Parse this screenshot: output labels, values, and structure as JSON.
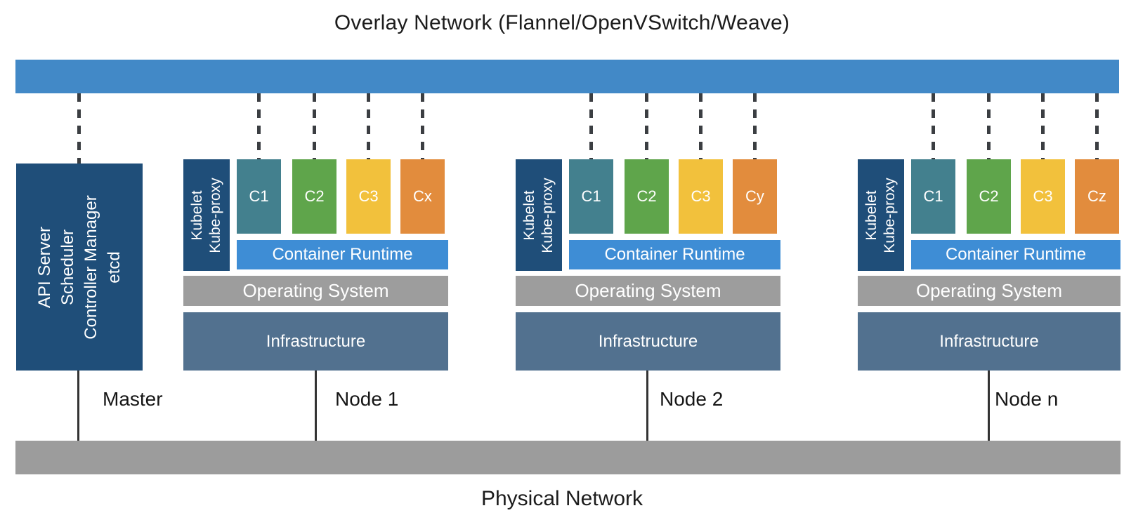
{
  "title": "Overlay Network (Flannel/OpenVSwitch/Weave)",
  "physical_network_label": "Physical Network",
  "master": {
    "label": "Master",
    "components": [
      "API Server",
      "Scheduler",
      "Controller Manager",
      "etcd"
    ]
  },
  "nodes": [
    {
      "label": "Node 1",
      "kubelet": [
        "Kubelet",
        "Kube-proxy"
      ],
      "containers": [
        "C1",
        "C2",
        "C3",
        "Cx"
      ],
      "runtime": "Container Runtime",
      "os": "Operating System",
      "infrastructure": "Infrastructure"
    },
    {
      "label": "Node 2",
      "kubelet": [
        "Kubelet",
        "Kube-proxy"
      ],
      "containers": [
        "C1",
        "C2",
        "C3",
        "Cy"
      ],
      "runtime": "Container Runtime",
      "os": "Operating System",
      "infrastructure": "Infrastructure"
    },
    {
      "label": "Node n",
      "kubelet": [
        "Kubelet",
        "Kube-proxy"
      ],
      "containers": [
        "C1",
        "C2",
        "C3",
        "Cz"
      ],
      "runtime": "Container Runtime",
      "os": "Operating System",
      "infrastructure": "Infrastructure"
    }
  ],
  "colors": {
    "overlay_blue": "#4289C7",
    "runtime_blue": "#3E8DD5",
    "navy": "#1F4E79",
    "teal": "#43808E",
    "green": "#5FA54B",
    "yellow": "#F2C13C",
    "orange": "#E28C3D",
    "os_gray": "#9D9D9D",
    "steel": "#52718F",
    "phys_gray": "#9C9C9C",
    "dash": "#3B3E42",
    "line": "#333333"
  }
}
